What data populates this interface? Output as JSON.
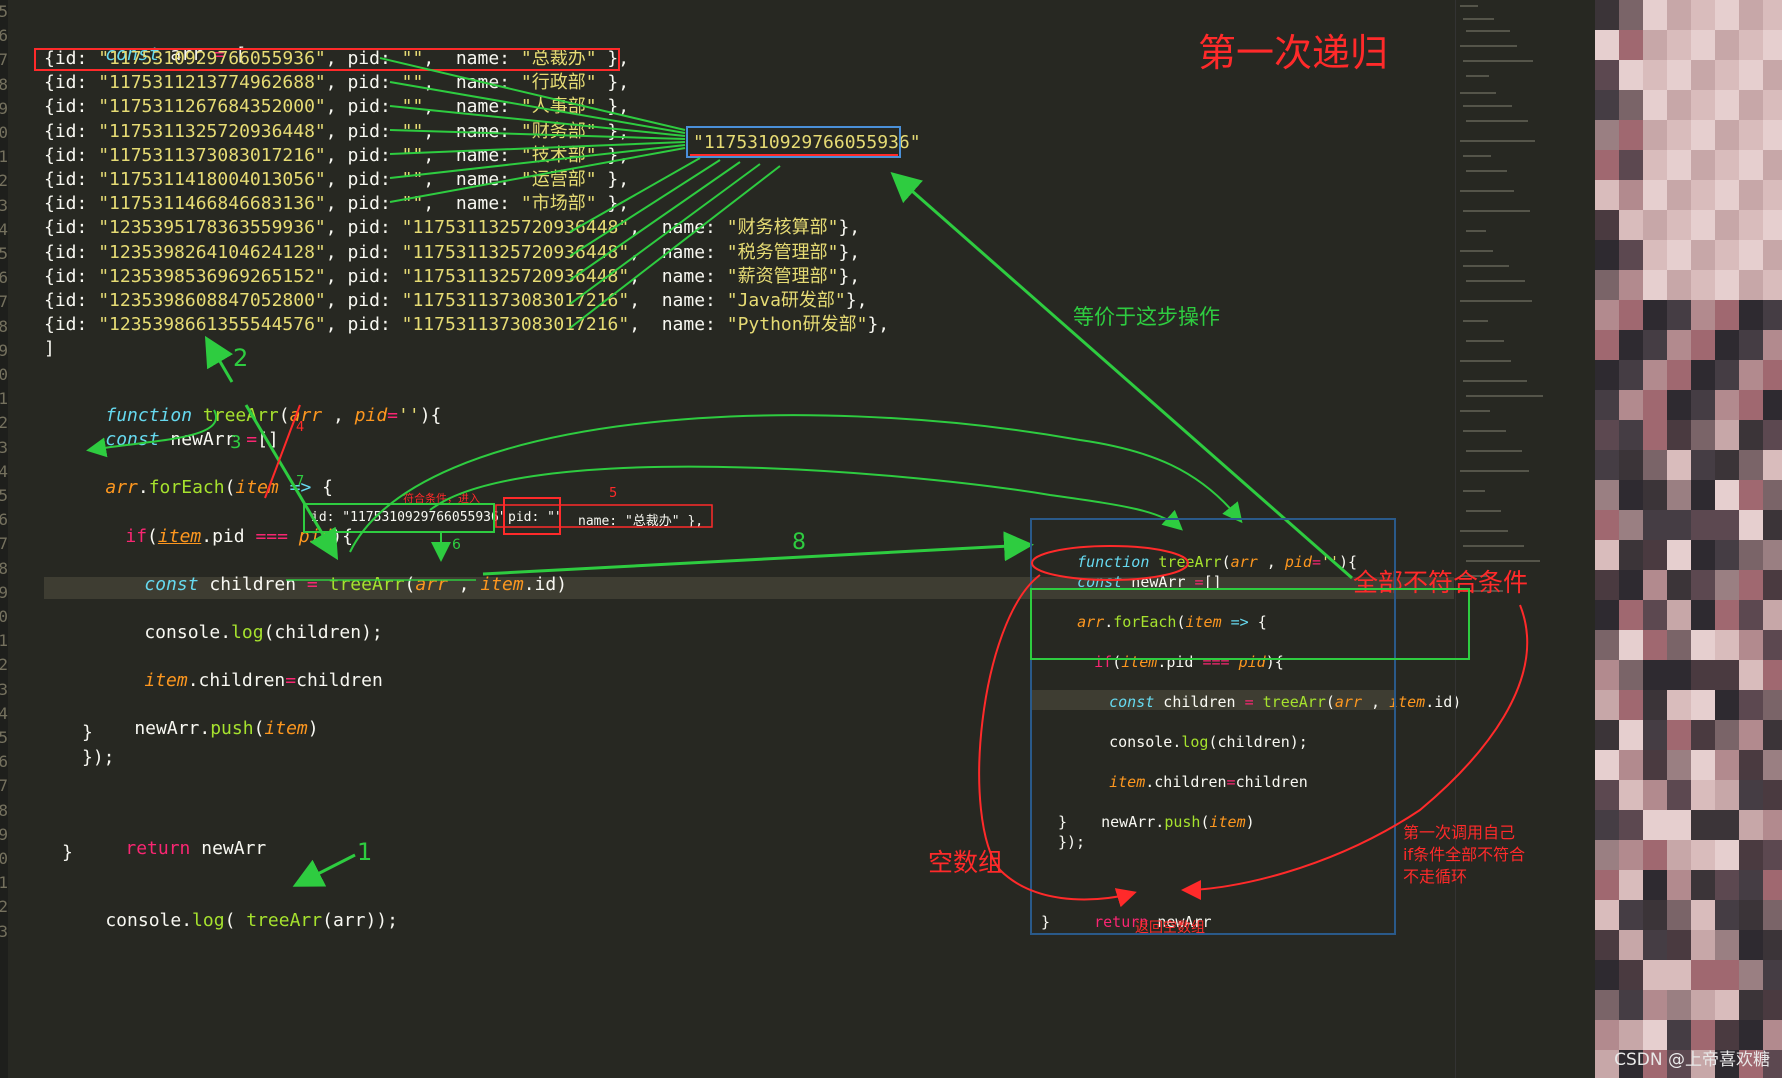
{
  "lines": {
    "decl": "const arr = [",
    "rows": [
      {
        "id": "1175310929766055936",
        "pid": "",
        "name": "总裁办",
        "tail": " },"
      },
      {
        "id": "1175311213774962688",
        "pid": "",
        "name": "行政部",
        "tail": " },"
      },
      {
        "id": "1175311267684352000",
        "pid": "",
        "name": "人事部",
        "tail": " },"
      },
      {
        "id": "1175311325720936448",
        "pid": "",
        "name": "财务部",
        "tail": " },"
      },
      {
        "id": "1175311373083017216",
        "pid": "",
        "name": "技术部",
        "tail": " },"
      },
      {
        "id": "1175311418004013056",
        "pid": "",
        "name": "运营部",
        "tail": " },"
      },
      {
        "id": "1175311466846683136",
        "pid": "",
        "name": "市场部",
        "tail": " },"
      },
      {
        "id": "1235395178363559936",
        "pid": "1175311325720936448",
        "name": "财务核算部",
        "tail": "},"
      },
      {
        "id": "1235398264104624128",
        "pid": "1175311325720936448",
        "name": "税务管理部",
        "tail": "},"
      },
      {
        "id": "1235398536969265152",
        "pid": "1175311325720936448",
        "name": "薪资管理部",
        "tail": "},"
      },
      {
        "id": "1235398608847052800",
        "pid": "1175311373083017216",
        "name": "Java研发部",
        "tail": "},"
      },
      {
        "id": "1235398661355544576",
        "pid": "1175311373083017216",
        "name": "Python研发部",
        "tail": "},"
      }
    ],
    "close": "]"
  },
  "code": {
    "fn_sig": "function treeArr(arr , pid=''){",
    "new_arr": "const newArr =[]",
    "foreach": "arr.forEach(item => {",
    "if_line": "if(item.pid === pid){",
    "children": "const children = treeArr(arr , item.id)",
    "log_children": "console.log(children);",
    "assign": "item.children=children",
    "push": "newArr.push(item)",
    "brace": "}",
    "close_foreach": "});",
    "return": "return newArr",
    "fn_close": "}",
    "call": "console.log( treeArr(arr));"
  },
  "inline_object": {
    "id": "id: \"1175310929766055936\"",
    "pid": "pid: \"\"",
    "name": "name: \"总裁办\" },"
  },
  "id_callout": "\"1175310929766055936\"",
  "annotations": {
    "first_recursion": "第一次递归",
    "equivalent": "等价于这步操作",
    "all_fail": "全部不符合条件",
    "empty_array": "空数组",
    "return_empty": "返回空数组",
    "match_enter": "符合条件，进入",
    "first_call_note": [
      "第一次调用自己",
      "if条件全部不符合",
      "不走循环"
    ],
    "num_1": "1",
    "num_2": "2",
    "num_3": "3",
    "num_4": "4",
    "num_5": "5",
    "num_6": "6",
    "num_7": "7",
    "num_8": "8"
  },
  "watermark": "CSDN @上帝喜欢糖",
  "colors": {
    "editor_bg": "#272822",
    "annotation_red": "#ff2a2a",
    "annotation_green": "#2ecc40",
    "keyword": "#66d9ef",
    "function": "#a6e22e",
    "string": "#e6db74"
  }
}
